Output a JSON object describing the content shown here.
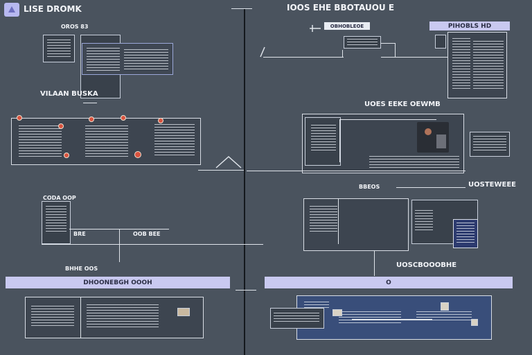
{
  "header": {
    "app_title": "LISE DROMK",
    "center_title": "IOOS EHE BBOTAUOU E"
  },
  "left": {
    "panel1_title": "OROS 83",
    "section2_title": "VILAAN BUSKA",
    "section3_label_a": "CODA OOP",
    "section3_label_b": "BRE",
    "section3_label_c": "OOB BEE",
    "section4_title": "BHHE OOS",
    "bar_label": "DHOONEBGH OOOH"
  },
  "right": {
    "toolbar_label": "OBHOBLEOE",
    "lavender_tab": "PIHOBLS HD",
    "section2_title": "UOES EEKE OEWMB",
    "section3_title_a": "BBEOS",
    "section3_title_b": "UOSTEWEEE",
    "section4_title": "UOSCBOOOBHE",
    "bar_label": "O"
  },
  "colors": {
    "background": "#4a535e",
    "accent_lavender": "#c9c9f0",
    "line": "#dfe4ea",
    "marker_red": "#d9533f"
  }
}
